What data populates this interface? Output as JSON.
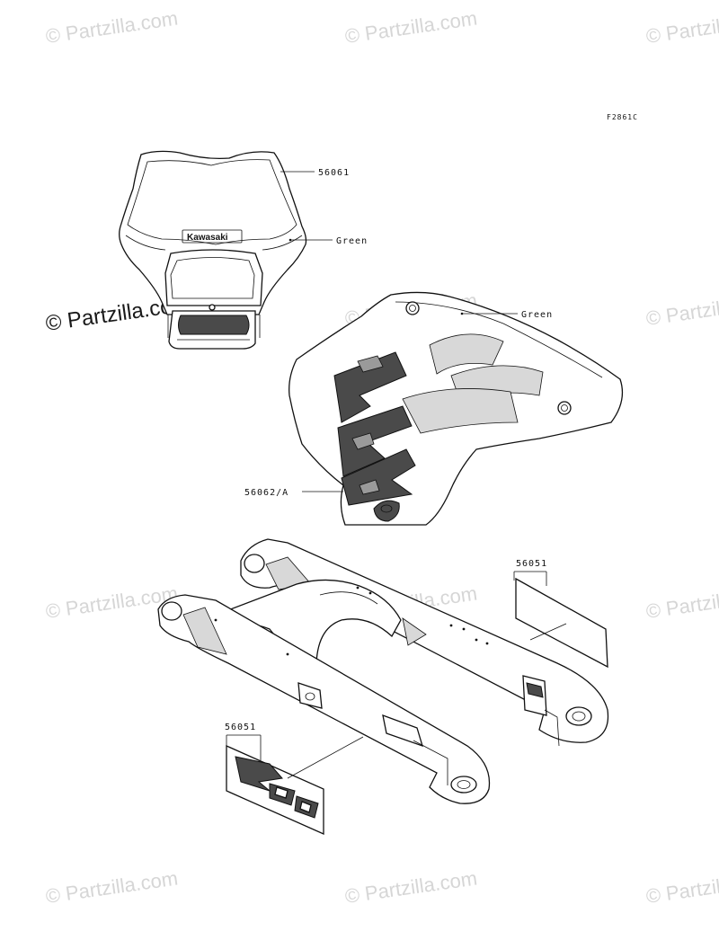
{
  "diagram_code": "F2861C",
  "watermark": "© Partzilla.com",
  "callouts": {
    "headlight_cover_part": "56061",
    "headlight_color": "Green",
    "side_cover_color": "Green",
    "side_cover_part": "56062/A",
    "swingarm_label_top": "56051",
    "swingarm_label_bottom": "56051"
  },
  "logo_text": "Kawasaki",
  "colors": {
    "line": "#111111",
    "watermark": "#d6d6d6",
    "fill_dark": "#4a4a4a",
    "fill_mid": "#9a9a9a"
  }
}
